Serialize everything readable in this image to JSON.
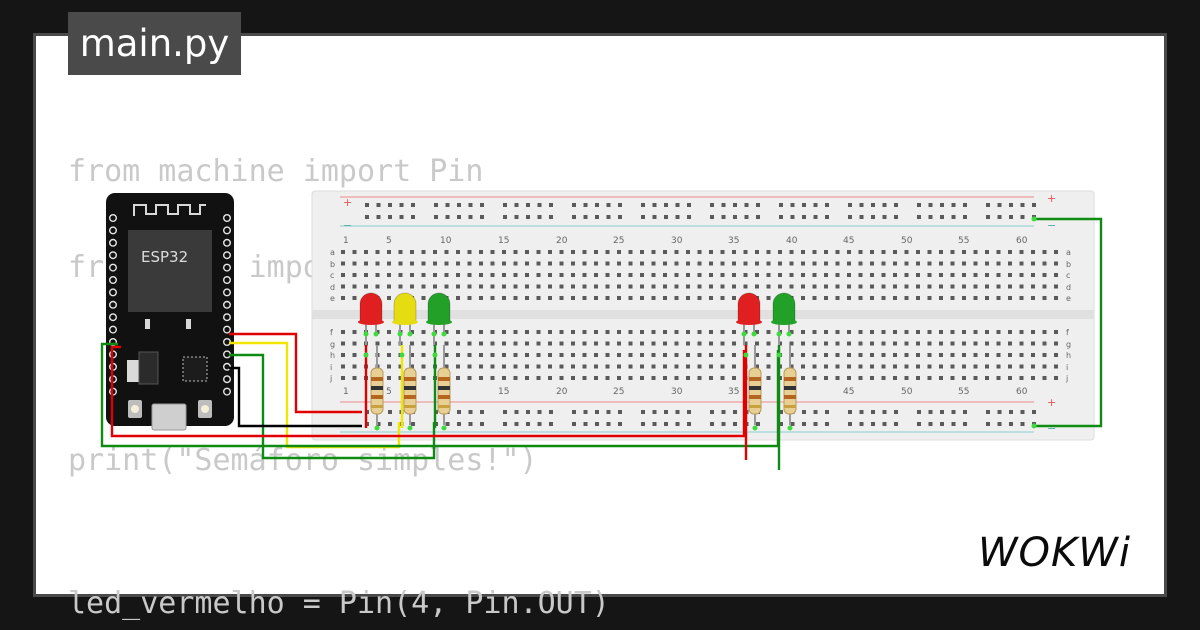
{
  "editor": {
    "tab_label": "main.py",
    "code_lines": [
      "from machine import Pin",
      "from time import sleep",
      "print(\"Semáforo simples!\")",
      "led_vermelho = Pin(4, Pin.OUT)"
    ]
  },
  "board": {
    "label": "ESP32"
  },
  "breadboard": {
    "column_numbers": [
      "1",
      "5",
      "10",
      "15",
      "20",
      "25",
      "30",
      "35",
      "40",
      "45",
      "50",
      "55",
      "60"
    ],
    "row_letters_top": [
      "a",
      "b",
      "c",
      "d",
      "e"
    ],
    "row_letters_bottom": [
      "f",
      "g",
      "h",
      "i",
      "j"
    ],
    "rail_plus": "+",
    "rail_minus": "−"
  },
  "leds": [
    {
      "color": "#e02020"
    },
    {
      "color": "#e6dc12"
    },
    {
      "color": "#22a027"
    },
    {
      "color": "#e02020"
    },
    {
      "color": "#22a027"
    }
  ],
  "wires": {
    "red": "#e00000",
    "yellow": "#f2e600",
    "green": "#0f8a12",
    "black": "#000000"
  },
  "brand": {
    "logo_text": "WOKWi"
  }
}
